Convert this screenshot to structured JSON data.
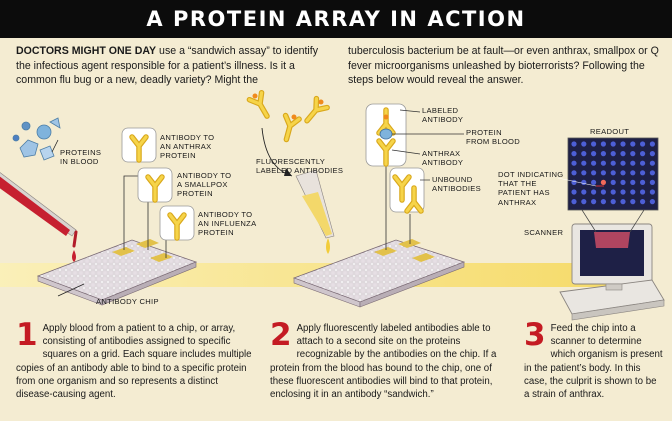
{
  "title": "A PROTEIN ARRAY IN ACTION",
  "intro": {
    "lead": "Doctors might one day",
    "left": "use a “sandwich assay” to identify the infectious agent responsible for a patient’s illness. Is it a common flu bug or a new, deadly variety? Might the",
    "right": "tuberculosis bacterium be at fault—or even anthrax, smallpox or Q fever microorganisms unleashed by bioterrorists? Following the steps below would reveal the answer."
  },
  "labels": {
    "proteins_in_blood": [
      "PROTEINS",
      "IN BLOOD"
    ],
    "antibody_anthrax": [
      "ANTIBODY TO",
      "AN ANTHRAX",
      "PROTEIN"
    ],
    "antibody_smallpox": [
      "ANTIBODY TO",
      "A SMALLPOX",
      "PROTEIN"
    ],
    "antibody_influenza": [
      "ANTIBODY TO",
      "AN INFLUENZA",
      "PROTEIN"
    ],
    "antibody_chip": "ANTIBODY CHIP",
    "fluorescent": [
      "FLUORESCENTLY",
      "LABELED ANTIBODIES"
    ],
    "labeled_antibody": [
      "LABELED",
      "ANTIBODY"
    ],
    "protein_from_blood": [
      "PROTEIN",
      "FROM BLOOD"
    ],
    "anthrax_antibody": [
      "ANTHRAX",
      "ANTIBODY"
    ],
    "unbound": [
      "UNBOUND",
      "ANTIBODIES"
    ],
    "readout": "READOUT",
    "dot_indicating": [
      "DOT INDICATING",
      "THAT THE",
      "PATIENT HAS",
      "ANTHRAX"
    ],
    "scanner": "SCANNER"
  },
  "steps": [
    {
      "number": "1",
      "text": "Apply blood from a patient to a chip, or array, consisting of antibodies assigned to specific squares on a grid. Each square includes multiple copies of an antibody able to bind to a specific protein from one organism and so represents a distinct disease-causing agent."
    },
    {
      "number": "2",
      "text": "Apply fluorescently labeled antibodies able to attach to a second site on the proteins recognizable by the antibodies on the chip. If a protein from the blood has bound to the chip, one of these fluorescent antibodies will bind to that protein, enclosing it in an antibody “sandwich.”"
    },
    {
      "number": "3",
      "text": "Feed the chip into a scanner to determine which organism is present in the patient’s body. In this case, the culprit is shown to be a strain of anthrax."
    }
  ],
  "colors": {
    "background": "#f4ecd2",
    "title_bar": "#0c0c0c",
    "accent_red": "#c41b23",
    "antibody_yellow": "#f2cc3a",
    "arrow_yellow": "#f8e27a",
    "protein_blue": "#7fb3dc",
    "screen_dark": "#1e2046",
    "dot_blue": "#4d5fd6"
  }
}
